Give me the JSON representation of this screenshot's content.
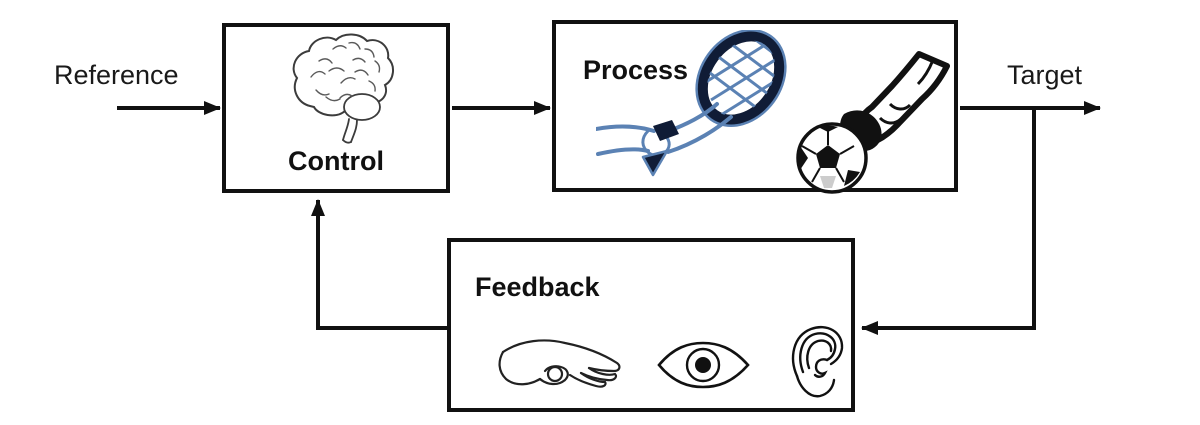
{
  "labels": {
    "reference": "Reference",
    "target": "Target"
  },
  "boxes": {
    "control": {
      "title": "Control",
      "icons": [
        "brain-icon"
      ]
    },
    "process": {
      "title": "Process",
      "icons": [
        "tennis-racket-in-hand-icon",
        "leg-kicking-soccer-ball-icon"
      ]
    },
    "feedback": {
      "title": "Feedback",
      "icons": [
        "touch-hand-icon",
        "eye-icon",
        "ear-icon"
      ]
    }
  },
  "arrows": [
    "reference-to-control",
    "control-to-process",
    "process-to-target",
    "target-to-feedback",
    "feedback-to-control"
  ],
  "colors": {
    "line": "#111111",
    "box_border": "#111111",
    "racket_blue": "#5b82b4",
    "racket_rim": "#101c36",
    "background": "#ffffff"
  }
}
